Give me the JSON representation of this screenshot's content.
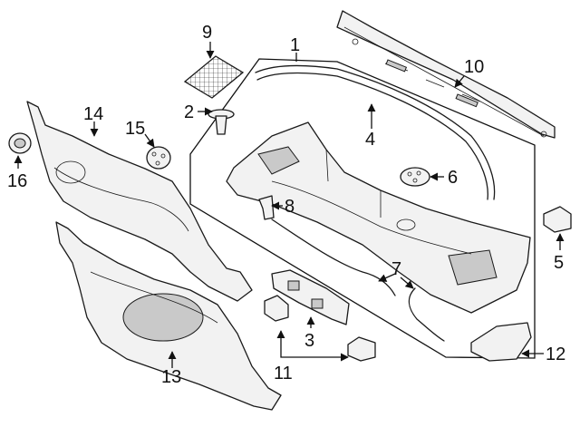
{
  "callouts": {
    "c1": "1",
    "c2": "2",
    "c3": "3",
    "c4": "4",
    "c5": "5",
    "c6": "6",
    "c7": "7",
    "c8": "8",
    "c9": "9",
    "c10": "10",
    "c11": "11",
    "c12": "12",
    "c13": "13",
    "c14": "14",
    "c15": "15",
    "c16": "16"
  },
  "colors": {
    "line": "#1a1a1a",
    "part_fill": "#f2f2f2",
    "shade": "#c9c9c9",
    "background": "#ffffff"
  }
}
